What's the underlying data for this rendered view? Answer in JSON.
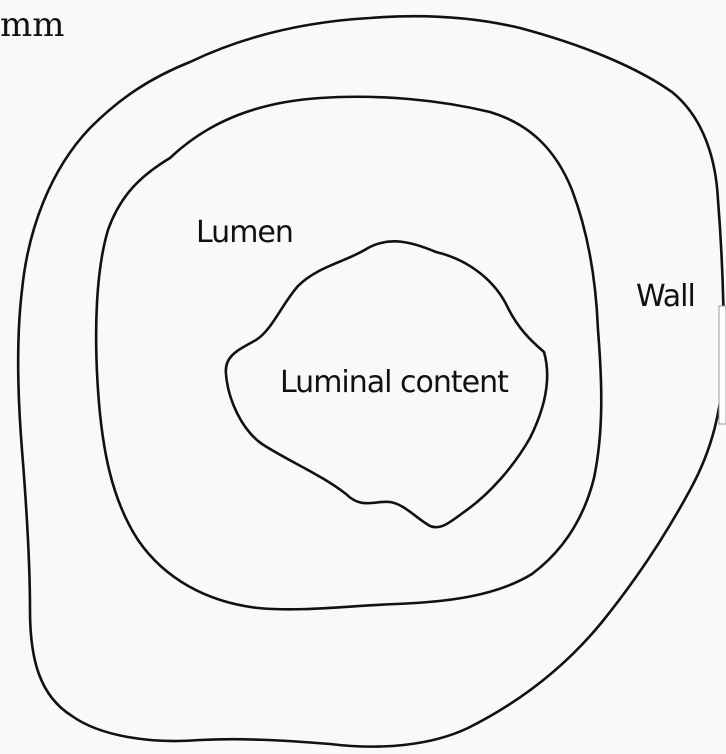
{
  "diagram": {
    "scale_text": "mm",
    "labels": {
      "lumen": "Lumen",
      "wall": "Wall",
      "luminal_content": "Luminal content"
    }
  }
}
